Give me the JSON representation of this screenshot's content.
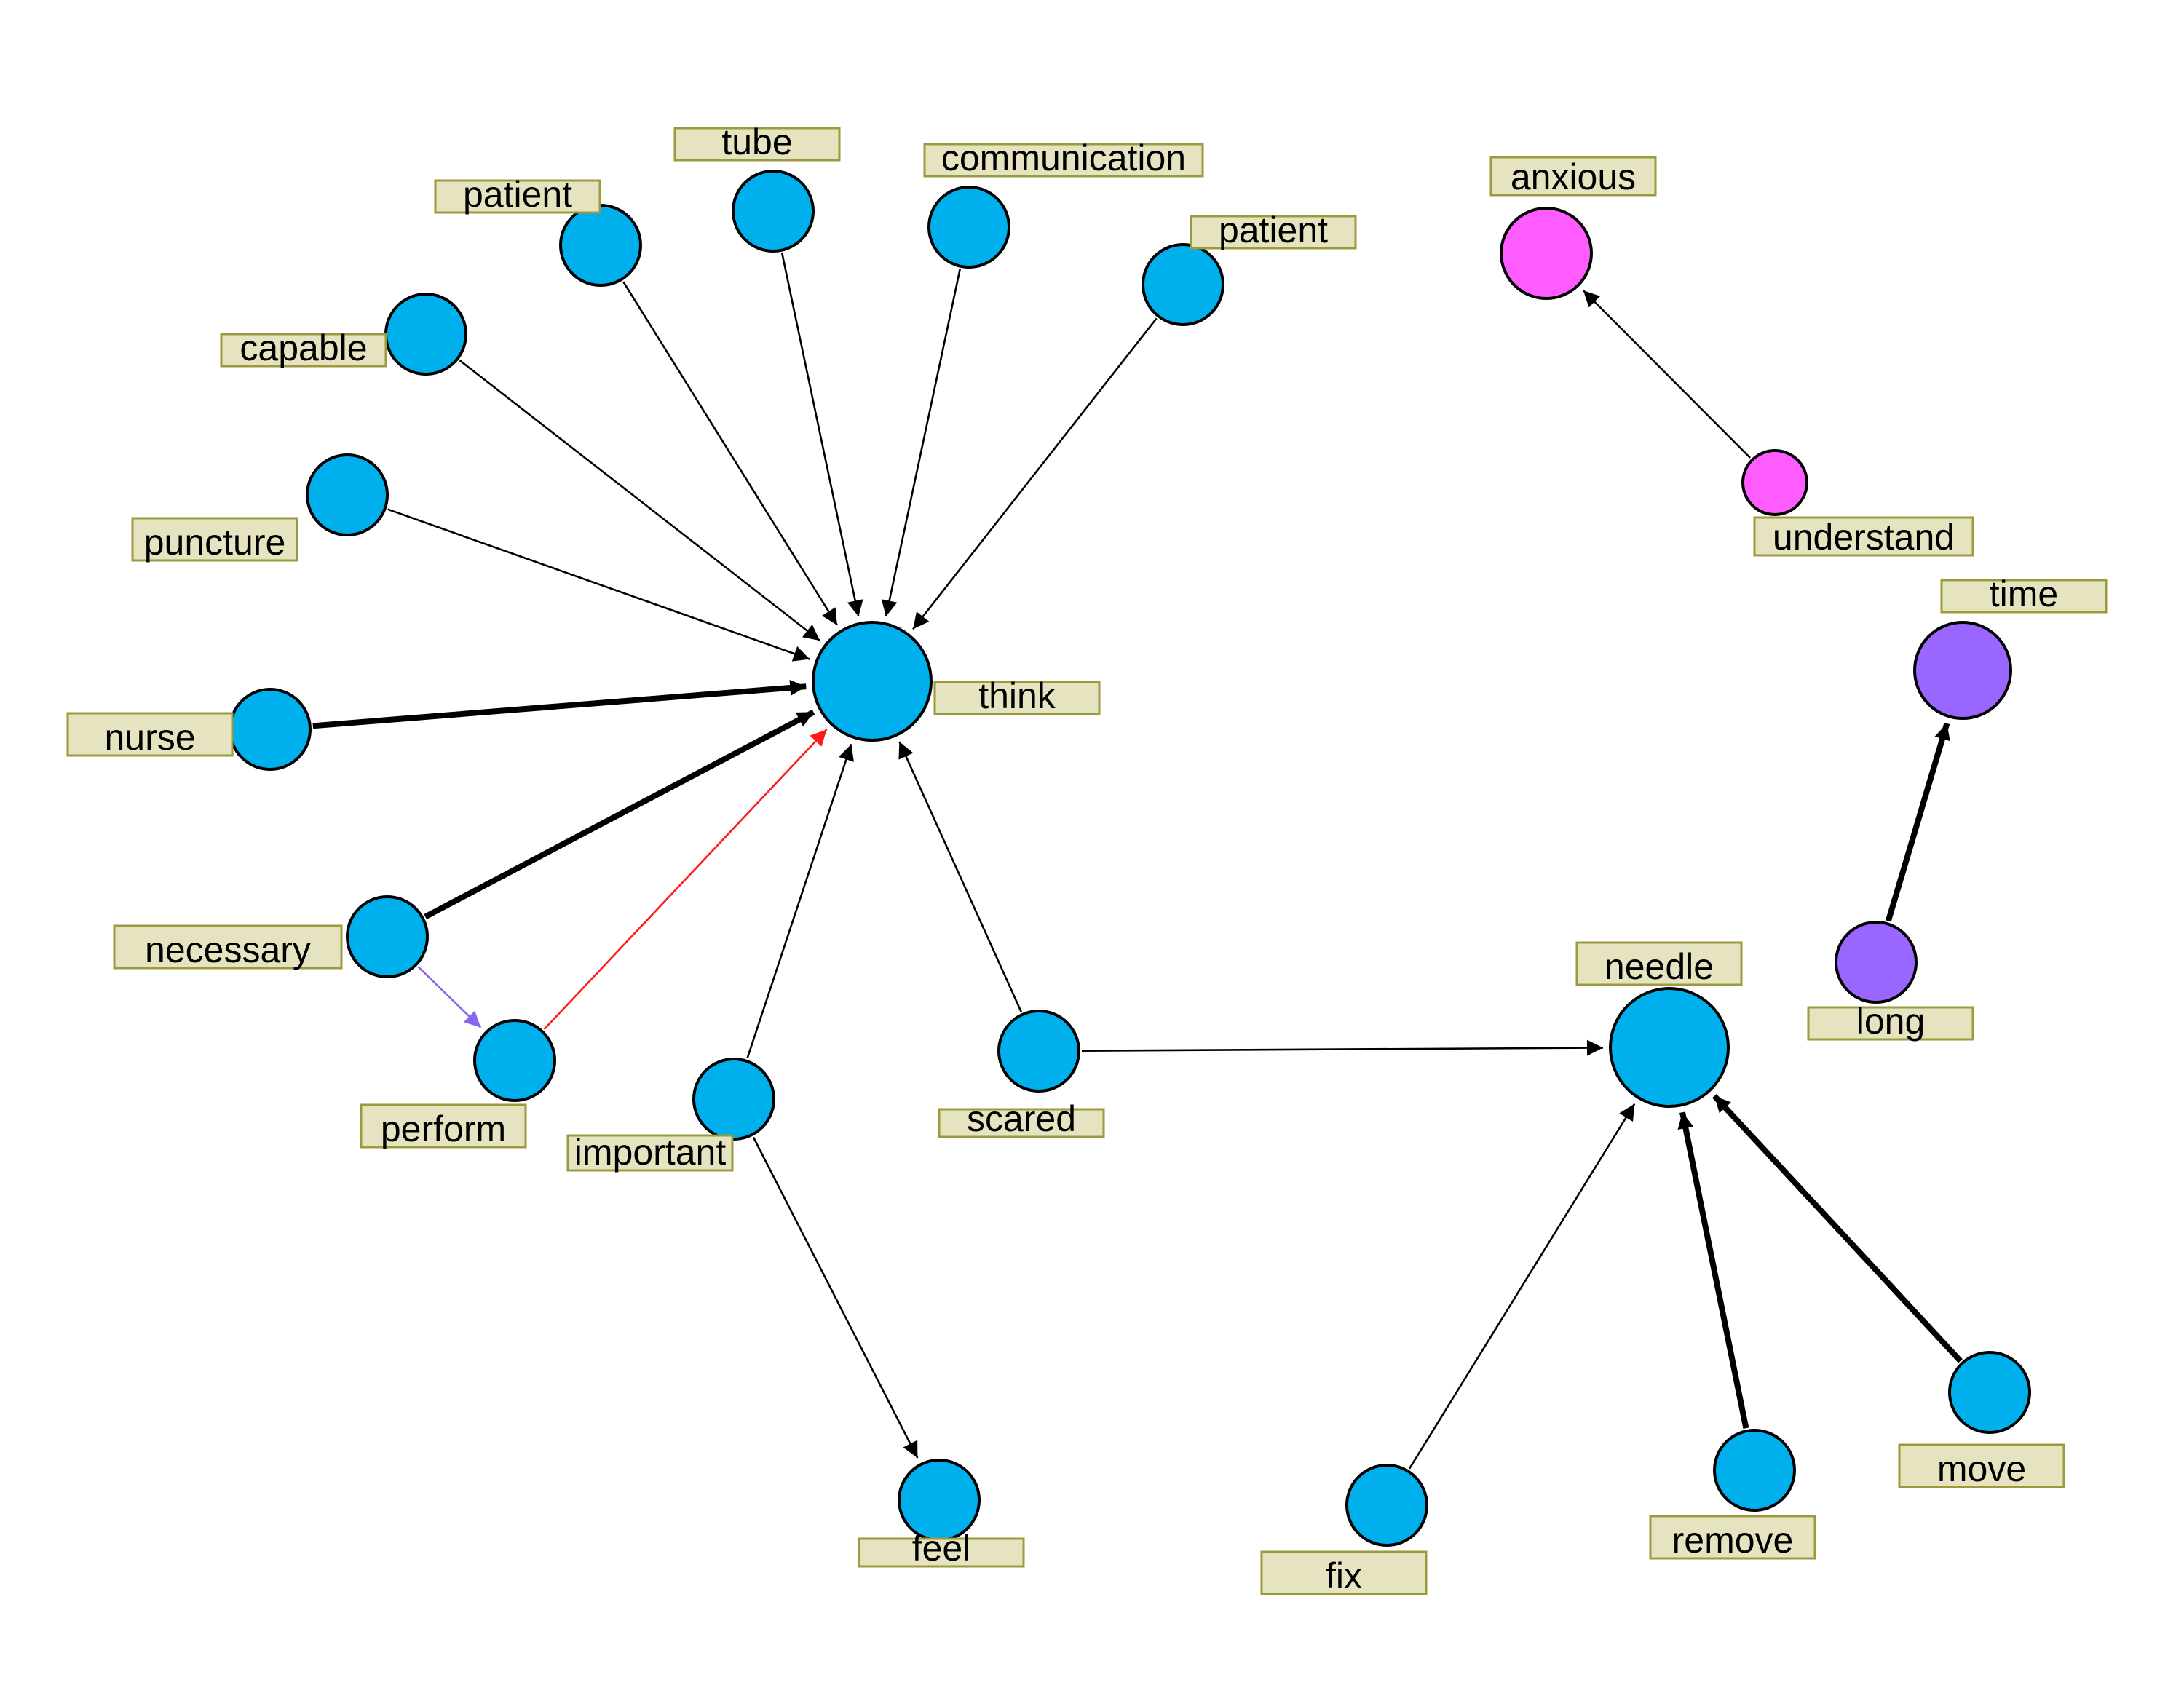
{
  "colors": {
    "node_blue": "#00b0ec",
    "node_pink": "#ff5cff",
    "node_purple": "#9966ff",
    "label_fill": "#e6e4c0",
    "label_border": "#9c9a3c",
    "edge_black": "#000000",
    "edge_red": "#ff1a1a",
    "edge_violet": "#8866ee"
  },
  "nodes": [
    {
      "id": "patient1",
      "label": "patient",
      "color": "node_blue"
    },
    {
      "id": "tube",
      "label": "tube",
      "color": "node_blue"
    },
    {
      "id": "communication",
      "label": "communication",
      "color": "node_blue"
    },
    {
      "id": "patient2",
      "label": "patient",
      "color": "node_blue"
    },
    {
      "id": "capable",
      "label": "capable",
      "color": "node_blue"
    },
    {
      "id": "puncture",
      "label": "puncture",
      "color": "node_blue"
    },
    {
      "id": "nurse",
      "label": "nurse",
      "color": "node_blue"
    },
    {
      "id": "think",
      "label": "think",
      "color": "node_blue"
    },
    {
      "id": "necessary",
      "label": "necessary",
      "color": "node_blue"
    },
    {
      "id": "perform",
      "label": "perform",
      "color": "node_blue"
    },
    {
      "id": "important",
      "label": "important",
      "color": "node_blue"
    },
    {
      "id": "scared",
      "label": "scared",
      "color": "node_blue"
    },
    {
      "id": "feel",
      "label": "feel",
      "color": "node_blue"
    },
    {
      "id": "needle",
      "label": "needle",
      "color": "node_blue"
    },
    {
      "id": "fix",
      "label": "fix",
      "color": "node_blue"
    },
    {
      "id": "remove",
      "label": "remove",
      "color": "node_blue"
    },
    {
      "id": "move",
      "label": "move",
      "color": "node_blue"
    },
    {
      "id": "anxious",
      "label": "anxious",
      "color": "node_pink"
    },
    {
      "id": "understand",
      "label": "understand",
      "color": "node_pink"
    },
    {
      "id": "time",
      "label": "time",
      "color": "node_purple"
    },
    {
      "id": "long",
      "label": "long",
      "color": "node_purple"
    }
  ],
  "edges": [
    {
      "from": "patient1",
      "to": "think",
      "weight": "thin",
      "color": "edge_black"
    },
    {
      "from": "tube",
      "to": "think",
      "weight": "thin",
      "color": "edge_black"
    },
    {
      "from": "communication",
      "to": "think",
      "weight": "thin",
      "color": "edge_black"
    },
    {
      "from": "patient2",
      "to": "think",
      "weight": "thin",
      "color": "edge_black"
    },
    {
      "from": "capable",
      "to": "think",
      "weight": "thin",
      "color": "edge_black"
    },
    {
      "from": "puncture",
      "to": "think",
      "weight": "thin",
      "color": "edge_black"
    },
    {
      "from": "nurse",
      "to": "think",
      "weight": "thick",
      "color": "edge_black"
    },
    {
      "from": "necessary",
      "to": "think",
      "weight": "thick",
      "color": "edge_black"
    },
    {
      "from": "perform",
      "to": "think",
      "weight": "thin",
      "color": "edge_red"
    },
    {
      "from": "necessary",
      "to": "perform",
      "weight": "thin",
      "color": "edge_violet"
    },
    {
      "from": "important",
      "to": "think",
      "weight": "thin",
      "color": "edge_black"
    },
    {
      "from": "scared",
      "to": "think",
      "weight": "thin",
      "color": "edge_black"
    },
    {
      "from": "important",
      "to": "feel",
      "weight": "thin",
      "color": "edge_black"
    },
    {
      "from": "scared",
      "to": "needle",
      "weight": "thin",
      "color": "edge_black"
    },
    {
      "from": "fix",
      "to": "needle",
      "weight": "thin",
      "color": "edge_black"
    },
    {
      "from": "remove",
      "to": "needle",
      "weight": "thick",
      "color": "edge_black"
    },
    {
      "from": "move",
      "to": "needle",
      "weight": "thick",
      "color": "edge_black"
    },
    {
      "from": "understand",
      "to": "anxious",
      "weight": "thin",
      "color": "edge_black"
    },
    {
      "from": "long",
      "to": "time",
      "weight": "thick",
      "color": "edge_black"
    }
  ]
}
